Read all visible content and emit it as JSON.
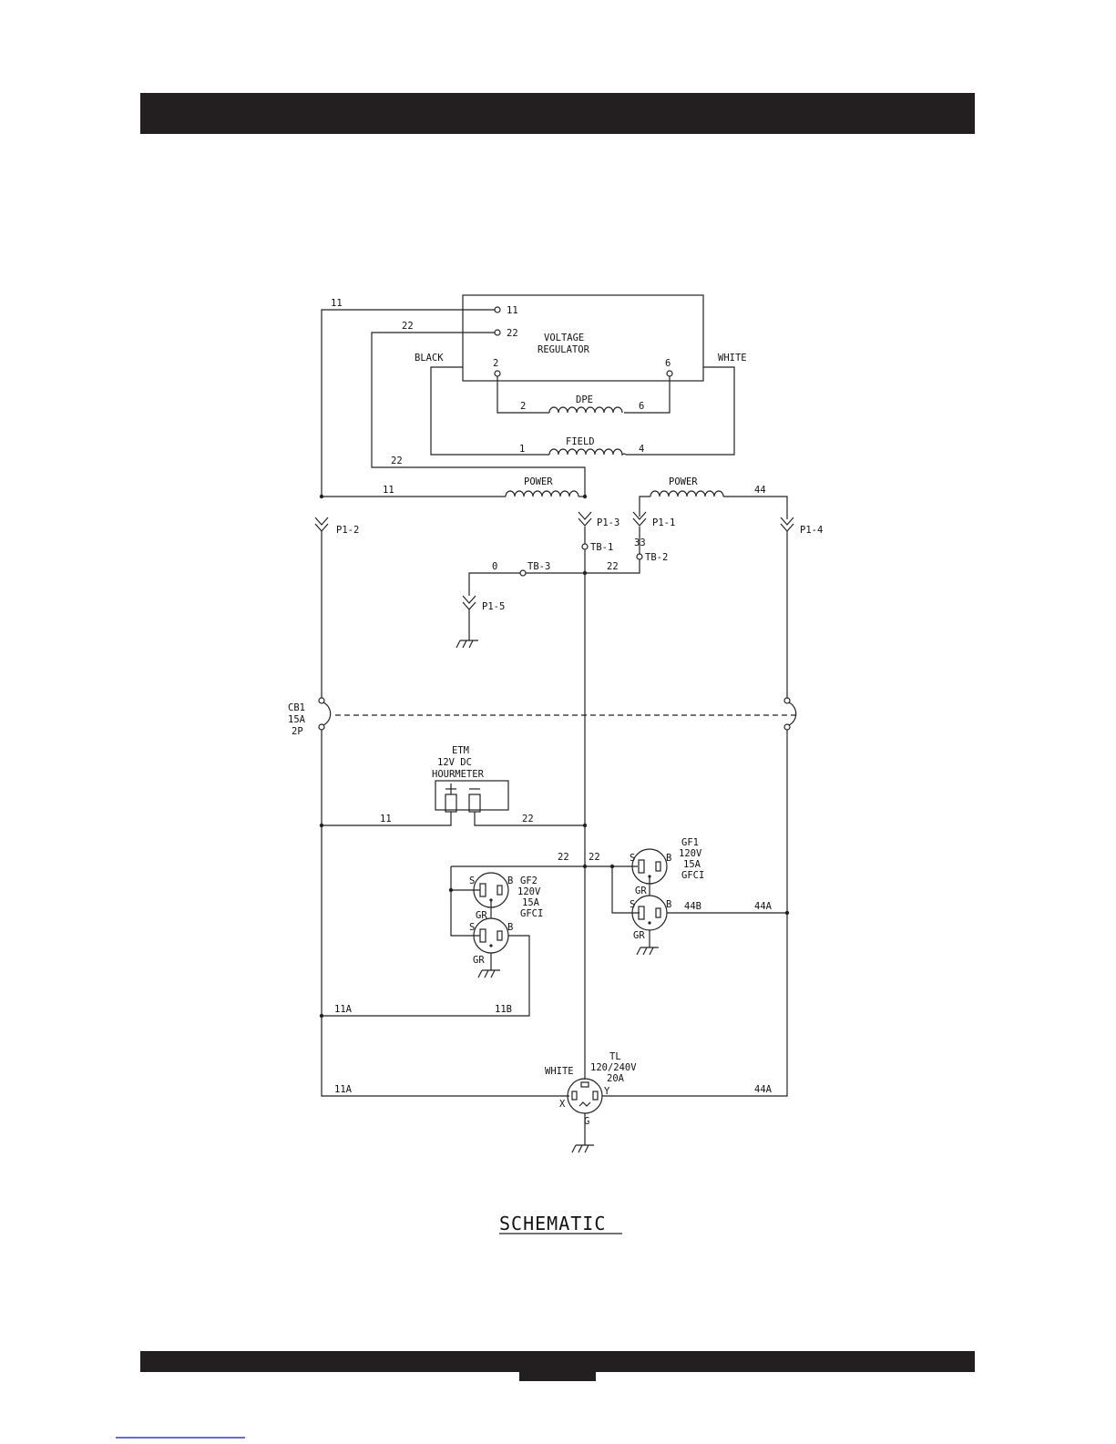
{
  "page": {
    "footer_page_number": ""
  },
  "diagram": {
    "title": "SCHEMATIC",
    "regulator": {
      "line1": "VOLTAGE",
      "line2": "REGULATOR",
      "t11": "11",
      "t22": "22",
      "t2": "2",
      "t6": "6"
    },
    "wire_labels": {
      "w11_top": "11",
      "w22_top": "22",
      "black": "BLACK",
      "white_top": "WHITE",
      "dpe_2": "2",
      "dpe_6": "6",
      "field_1": "1",
      "field_4": "4",
      "w22_mid": "22",
      "w11_power": "11",
      "w44": "44",
      "w33": "33",
      "w0": "0",
      "w22_tb": "22",
      "etm_11": "11",
      "etm_22": "22",
      "gf_22a": "22",
      "gf_22b": "22",
      "w44b": "44B",
      "w44a_gf": "44A",
      "w11a_top": "11A",
      "w11b": "11B",
      "w11a_bot": "11A",
      "w44a_bot": "44A",
      "white_bot": "WHITE"
    },
    "coils": {
      "dpe": "DPE",
      "field": "FIELD",
      "power_left": "POWER",
      "power_right": "POWER"
    },
    "connectors": {
      "p1_2": "P1-2",
      "p1_3": "P1-3",
      "p1_1": "P1-1",
      "p1_4": "P1-4",
      "p1_5": "P1-5"
    },
    "terminals": {
      "tb1": "TB-1",
      "tb2": "TB-2",
      "tb3": "TB-3"
    },
    "breaker": {
      "line1": "CB1",
      "line2": "15A",
      "line3": "2P"
    },
    "etm": {
      "line1": "ETM",
      "line2": "12V DC",
      "line3": "HOURMETER"
    },
    "gf1": {
      "line1": "GF1",
      "line2": "120V",
      "line3": "15A",
      "line4": "GFCI"
    },
    "gf2": {
      "line1": "GF2",
      "line2": "120V",
      "line3": "15A",
      "line4": "GFCI"
    },
    "receptacle_pins": {
      "s": "S",
      "b": "B",
      "gr": "GR"
    },
    "twistlock": {
      "line1": "TL",
      "line2": "120/240V",
      "line3": "20A",
      "x": "X",
      "y": "Y",
      "g": "G"
    }
  }
}
